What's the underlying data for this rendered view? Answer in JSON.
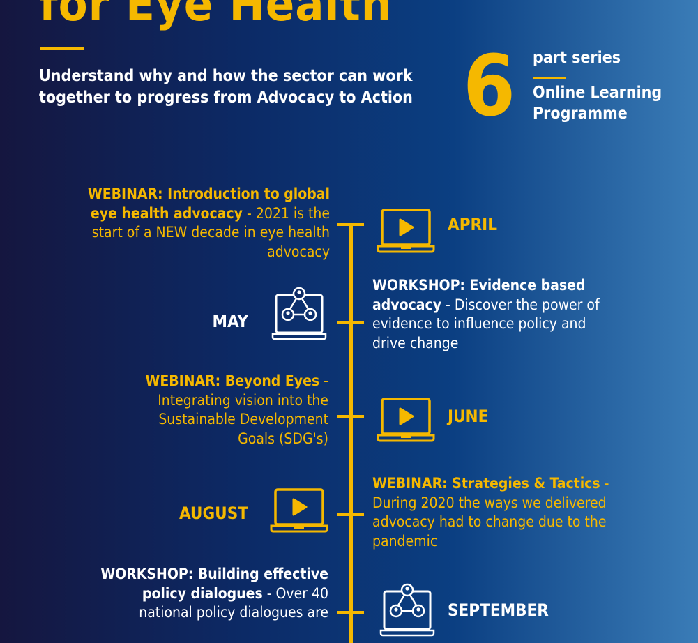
{
  "header": {
    "title": "for Eye Health",
    "subtitle": "Understand why and how the sector can work together to progress from Advocacy to Action",
    "series_number": "6",
    "series_label": "part series",
    "programme_label": "Online Learning Programme"
  },
  "colors": {
    "accent": "#f5b800",
    "text": "#ffffff"
  },
  "events": [
    {
      "month": "APRIL",
      "type_title": "WEBINAR: Introduction to global eye health advocacy",
      "sep": " - ",
      "desc": "2021 is the start of a NEW decade in eye health advocacy",
      "icon": "laptop-play-icon"
    },
    {
      "month": "MAY",
      "type_title": "WORKSHOP: Evidence based advocacy",
      "sep": " - ",
      "desc": "Discover the power of evidence to influence policy and drive change",
      "icon": "laptop-network-icon"
    },
    {
      "month": "JUNE",
      "type_title": "WEBINAR: Beyond Eyes",
      "sep": " - ",
      "desc": "Integrating vision into the Sustainable Development Goals (SDG's)",
      "icon": "laptop-play-icon"
    },
    {
      "month": "AUGUST",
      "type_title": "WEBINAR: Strategies & Tactics",
      "sep": " - ",
      "desc": "During 2020 the ways we delivered advocacy had to change due to the pandemic",
      "icon": "laptop-play-icon"
    },
    {
      "month": "SEPTEMBER",
      "type_title": "WORKSHOP: Building effective policy dialogues",
      "sep": " - ",
      "desc": "Over 40 national policy dialogues are",
      "icon": "laptop-network-icon"
    }
  ]
}
